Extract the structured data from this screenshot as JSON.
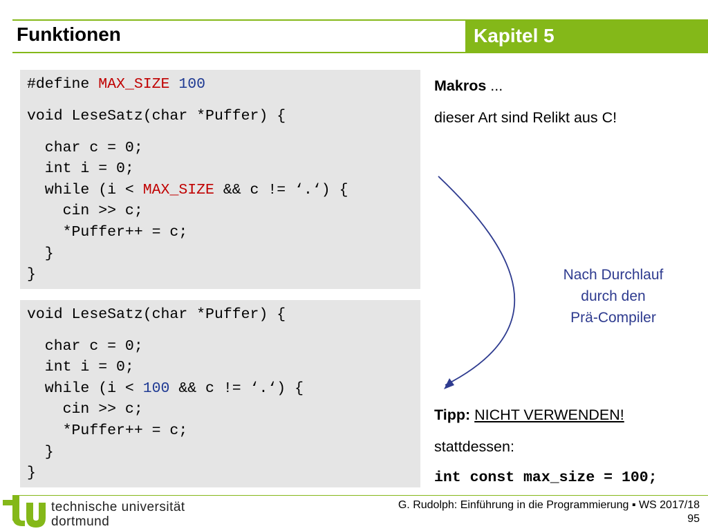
{
  "header": {
    "title": "Funktionen",
    "chapter": "Kapitel 5"
  },
  "code_top": {
    "l1": {
      "kw": "#define",
      "name": "MAX_SIZE",
      "val": "100"
    },
    "l2": "void LeseSatz(char *Puffer) {",
    "l3": "  char c = 0;",
    "l4": "  int i = 0;",
    "l5": {
      "pre": "  while (i < ",
      "name": "MAX_SIZE",
      "post": " && c != ‘.‘) {"
    },
    "l6": "    cin >> c;",
    "l7": "    *Puffer++ = c;",
    "l8": "  }",
    "l9": "}"
  },
  "code_bottom": {
    "l1": "void LeseSatz(char *Puffer) {",
    "l2": "  char c = 0;",
    "l3": "  int i = 0;",
    "l4": {
      "pre": "  while (i < ",
      "val": "100",
      "post": " && c != ‘.‘) {"
    },
    "l5": "    cin >> c;",
    "l6": "    *Puffer++ = c;",
    "l7": "  }",
    "l8": "}"
  },
  "right": {
    "makros_bold": "Makros",
    "makros_rest": " ...",
    "relikt": "dieser Art sind Relikt aus C!",
    "note": [
      "Nach Durchlauf",
      "durch den",
      "Prä-Compiler"
    ],
    "tipp_bold": "Tipp:",
    "tipp_link": "NICHT VERWENDEN!",
    "stattdessen": "stattdessen:",
    "code": "int const max_size = 100;"
  },
  "footer": {
    "credit": "G. Rudolph: Einführung in die Programmierung ▪ WS 2017/18",
    "page": "95",
    "logo_line1": "technische universität",
    "logo_line2": "dortmund"
  },
  "colors": {
    "accent": "#84b819",
    "code_bg": "#e5e5e5",
    "macro": "#c00000",
    "number": "#1f3a93",
    "note": "#2e3b8f"
  }
}
